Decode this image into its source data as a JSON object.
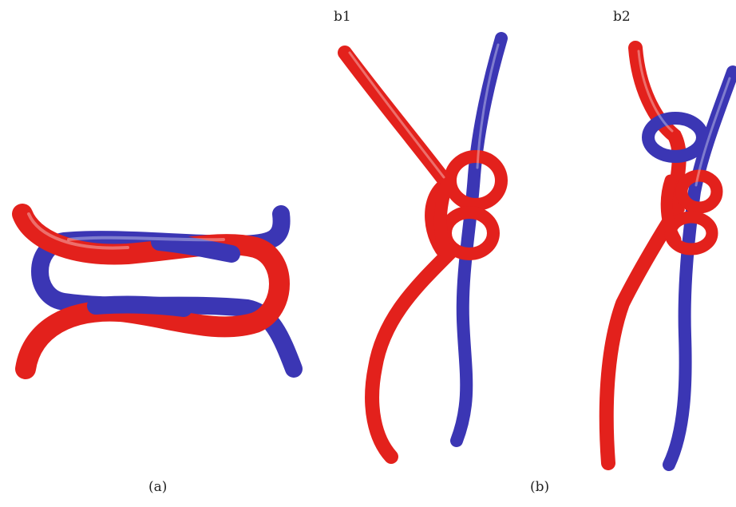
{
  "figure": {
    "panels": [
      {
        "id": "a",
        "caption": "(a)"
      },
      {
        "id": "b",
        "caption": "(b)",
        "subpanels": [
          {
            "id": "b1",
            "label": "b1"
          },
          {
            "id": "b2",
            "label": "b2"
          }
        ]
      }
    ]
  },
  "colors": {
    "red_strand": "#e3211c",
    "blue_strand": "#3b36b4",
    "background": "#ffffff"
  }
}
